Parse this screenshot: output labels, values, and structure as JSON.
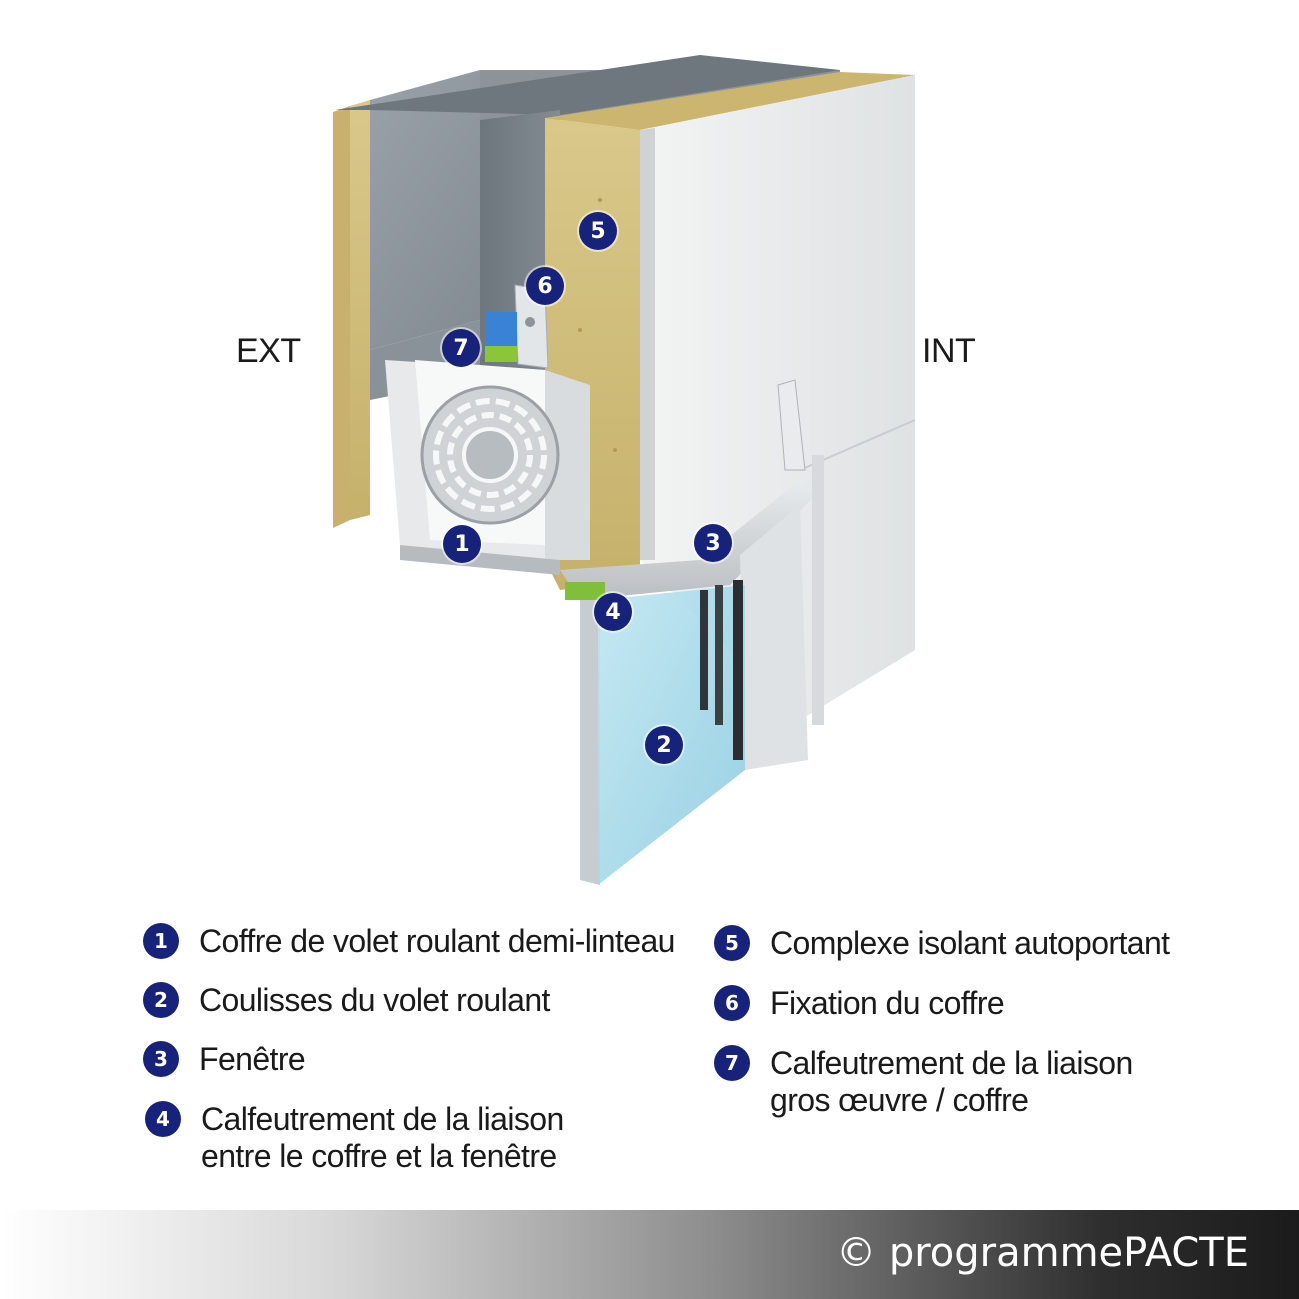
{
  "labels": {
    "ext": "EXT",
    "int": "INT"
  },
  "callouts": [
    "1",
    "2",
    "3",
    "4",
    "5",
    "6",
    "7"
  ],
  "legend": [
    {
      "num": "1",
      "lines": [
        "Coffre de volet roulant demi-linteau"
      ]
    },
    {
      "num": "2",
      "lines": [
        "Coulisses du volet roulant"
      ]
    },
    {
      "num": "3",
      "lines": [
        "Fenêtre"
      ]
    },
    {
      "num": "4",
      "lines": [
        "Calfeutrement de la liaison",
        "entre le coffre et la fenêtre"
      ]
    },
    {
      "num": "5",
      "lines": [
        "Complexe isolant autoportant"
      ]
    },
    {
      "num": "6",
      "lines": [
        "Fixation du coffre"
      ]
    },
    {
      "num": "7",
      "lines": [
        "Calfeutrement de la liaison",
        "gros œuvre / coffre"
      ]
    }
  ],
  "footer": {
    "copyright": "© programmePACTE"
  },
  "colors": {
    "callout": "#17237a",
    "concrete": "#8f979e",
    "insulation": "#d3c17e",
    "plasterboard": "#eceeee",
    "glass": "#a9dbe9",
    "joint_blue": "#3a82d6",
    "joint_green": "#8cc43a"
  }
}
